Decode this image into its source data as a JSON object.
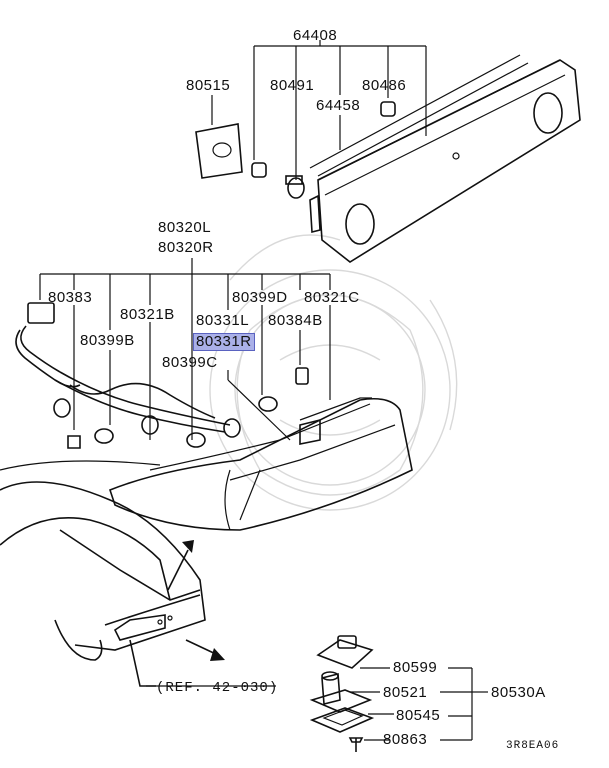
{
  "labels": {
    "p64408": "64408",
    "p80515": "80515",
    "p80491": "80491",
    "p80486": "80486",
    "p64458": "64458",
    "p80320L": "80320L",
    "p80320R": "80320R",
    "p80383": "80383",
    "p80321B": "80321B",
    "p80399D": "80399D",
    "p80321C": "80321C",
    "p80399B": "80399B",
    "p80331L": "80331L",
    "p80384B": "80384B",
    "p80331R": "80331R",
    "p80399C": "80399C",
    "p80599": "80599",
    "p80521": "80521",
    "p80530A": "80530A",
    "p80545": "80545",
    "p80863": "80863",
    "ref": "(REF. 42-030)",
    "diagram_code": "3R8EA06"
  },
  "highlight": {
    "part": "80331R",
    "color": "#aab0e8"
  }
}
